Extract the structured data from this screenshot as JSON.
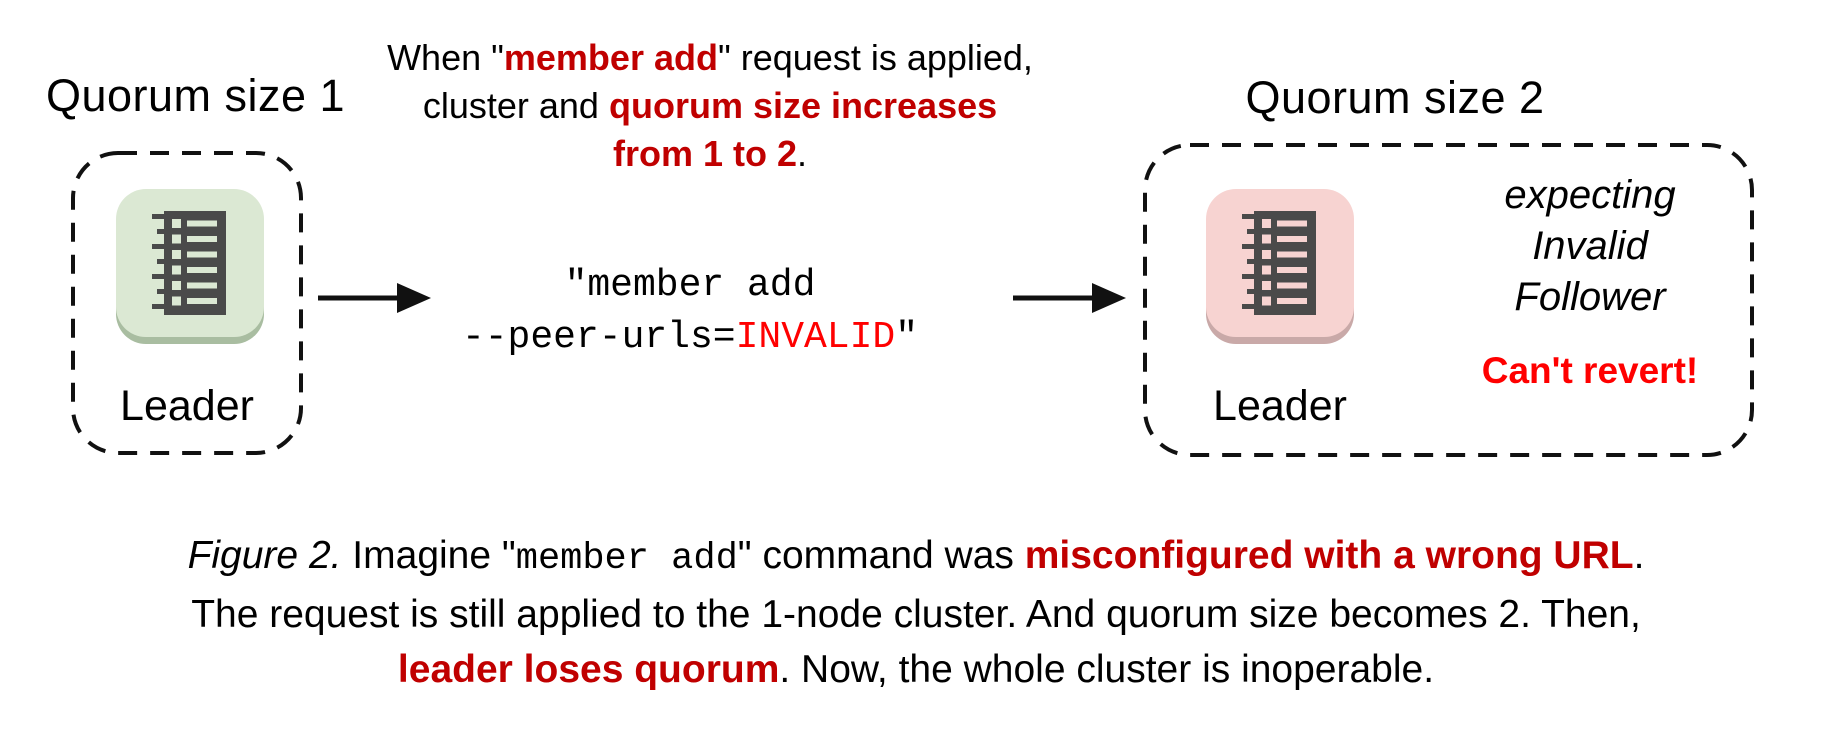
{
  "colors": {
    "dark_red_accent": "#c00000",
    "bright_red_accent": "#ff0000",
    "green_node_bg": "#dbe8d3",
    "green_node_shadow": "#a9bda1",
    "pink_node_bg": "#f7d3d1",
    "pink_node_shadow": "#c9a9a8",
    "icon_glyph": "#4a4a4a"
  },
  "left_cluster": {
    "title": "Quorum size 1",
    "node_label": "Leader"
  },
  "annotation": {
    "l1_pre": "When \"",
    "l1_red": "member add",
    "l1_post": "\" request is applied,",
    "l2_pre": "cluster and ",
    "l2_red": "quorum size increases",
    "l3_red": "from 1 to 2",
    "l3_post": "."
  },
  "command": {
    "line1": "\"member add",
    "l2_pre": "--peer-urls=",
    "l2_red": "INVALID",
    "l2_post": "\""
  },
  "right_cluster": {
    "title": "Quorum size 2",
    "node_label": "Leader",
    "expecting": [
      "expecting",
      "Invalid",
      "Follower"
    ],
    "warning": "Can't revert!"
  },
  "caption": {
    "fig_label": "Figure 2.",
    "l1_a": " Imagine \"",
    "l1_code": "member add",
    "l1_b": "\" command was ",
    "l1_red": "misconfigured with a wrong URL",
    "l1_end": ".",
    "l2": "The request is still applied to the 1-node cluster. And quorum size becomes 2. Then,",
    "l3_red": "leader loses quorum",
    "l3_end": ". Now, the whole cluster is inoperable."
  }
}
